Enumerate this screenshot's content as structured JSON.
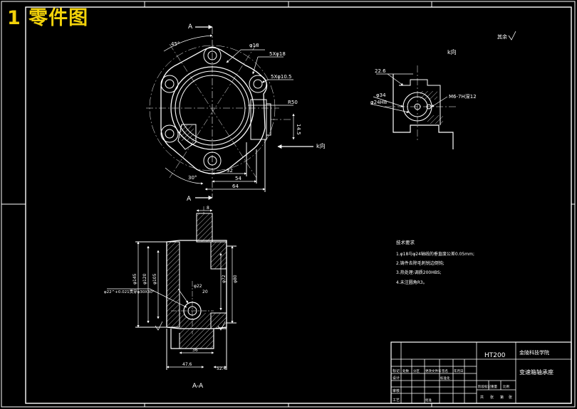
{
  "title": "1 零件图",
  "top_view": {
    "section_label_top": "A",
    "section_label_bottom": "A",
    "dims": {
      "angle_45": "45°",
      "phi18": "φ18",
      "five_phi18": "5Xφ18",
      "five_phi105": "5Xφ10.5",
      "r50": "R50",
      "v145": "14.5",
      "h32": "32",
      "h54": "54",
      "h64": "64",
      "angle_30": "30°"
    },
    "view_arrow_label": "k向"
  },
  "k_view": {
    "title": "k向",
    "dims": {
      "d226": "22.6",
      "phi34": "φ34",
      "phi24": "φ24H8",
      "thread": "M6-7H深12"
    }
  },
  "roughness": {
    "label": "其余"
  },
  "section": {
    "label": "A-A",
    "dims": {
      "top8": "8",
      "v145": "φ145",
      "v120": "φ120",
      "v105": "φ105",
      "v72": "φ72",
      "v80": "φ80",
      "c22": "φ22",
      "c20": "20",
      "hole": "φ22^+0.021贯穿φ30X30°",
      "b36": "36",
      "b476": "47.6",
      "b524": "52.4"
    }
  },
  "notes": {
    "heading": "技术要求",
    "lines": [
      "1.φ18与φ24轴线的垂直度公差0.05mm;",
      "2.铸件去除毛刺锐边倒钝;",
      "3.热处理:调质200HBS;",
      "4.未注圆角R3。"
    ]
  },
  "title_block": {
    "material": "HT200",
    "school": "金陵科技学院",
    "part_name": "变速箱轴承座",
    "rows": [
      "标记",
      "设计",
      "审核",
      "工艺"
    ],
    "cells": [
      "处数",
      "分区",
      "更改文件号",
      "签名",
      "年月日",
      "标准化",
      "批准",
      "阶段标记",
      "重量",
      "比例"
    ],
    "bottom": [
      "共",
      "张",
      "第",
      "张"
    ]
  }
}
